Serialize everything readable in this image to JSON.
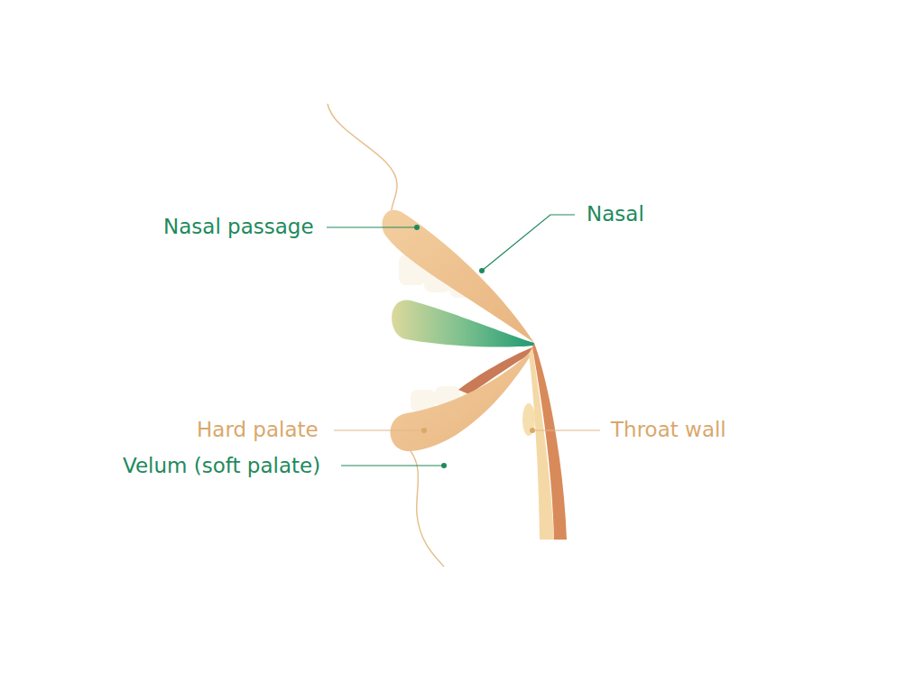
{
  "diagram": {
    "labels": [
      "Nasal passage",
      "Nasal",
      "Hard palate",
      "Velum (soft palate)",
      "Throat wall"
    ]
  }
}
